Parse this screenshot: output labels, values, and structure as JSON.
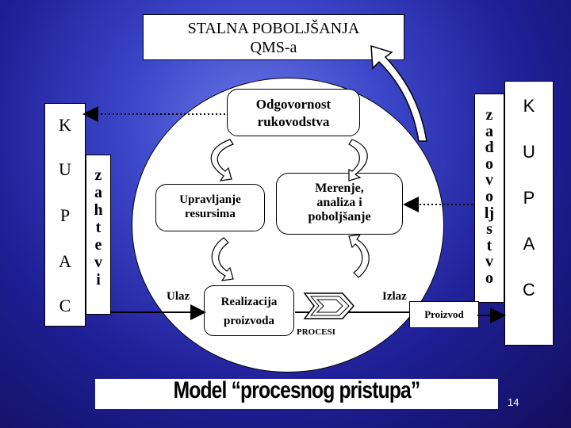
{
  "title": {
    "line1": "STALNA POBOLJŠANJA",
    "line2": "QMS-a"
  },
  "left_box": {
    "letters": [
      "K",
      "U",
      "P",
      "A",
      "C"
    ]
  },
  "zahtevi": {
    "letters": [
      "z",
      "a",
      "h",
      "t",
      "e",
      "v",
      "i"
    ]
  },
  "zadovoljstvo": {
    "letters": [
      "z",
      "a",
      "d",
      "o",
      "v",
      "o",
      "lj",
      "s",
      "t",
      "v",
      "o"
    ]
  },
  "right_box": {
    "letters": [
      "K",
      "U",
      "P",
      "A",
      "C"
    ]
  },
  "processes": {
    "odgovornost": {
      "line1": "Odgovornost",
      "line2": "rukovodstva"
    },
    "upravljanje": {
      "line1": "Upravljanje",
      "line2": "resursima"
    },
    "merenje": {
      "line1": "Merenje,",
      "line2": "analiza i",
      "line3": "poboljšanje"
    },
    "realizacija": {
      "line1": "Realizacija",
      "line2": "proizvoda"
    }
  },
  "labels": {
    "ulaz": "Ulaz",
    "izlaz": "Izlaz",
    "procesi": "PROCESI",
    "proizvod": "Proizvod"
  },
  "banner": {
    "text": "Model “procesnog pristupa”"
  },
  "slide_number": "14",
  "colors": {
    "background_center": "#6a78e6",
    "background_edge": "#120f5c",
    "box_fill": "#ffffff"
  }
}
